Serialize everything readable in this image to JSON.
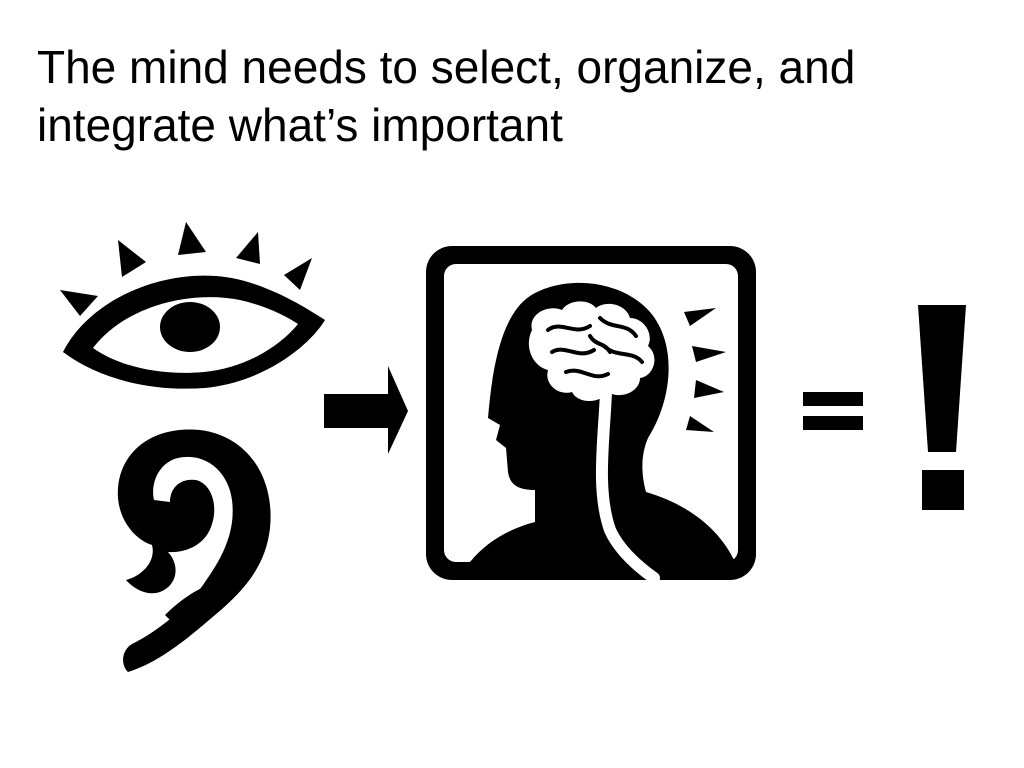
{
  "slide": {
    "title_line1": "The mind needs to select, organize, and",
    "title_line2": "integrate what’s important"
  },
  "diagram": {
    "elements": [
      {
        "id": "eye",
        "icon": "eye-icon"
      },
      {
        "id": "ear",
        "icon": "ear-icon"
      },
      {
        "id": "arrow",
        "icon": "arrow-right-icon"
      },
      {
        "id": "head",
        "icon": "head-brain-icon"
      },
      {
        "id": "equals",
        "icon": "equals-icon"
      },
      {
        "id": "exclamation",
        "icon": "exclamation-icon"
      }
    ],
    "colors": {
      "ink": "#000000",
      "background": "#ffffff"
    }
  }
}
